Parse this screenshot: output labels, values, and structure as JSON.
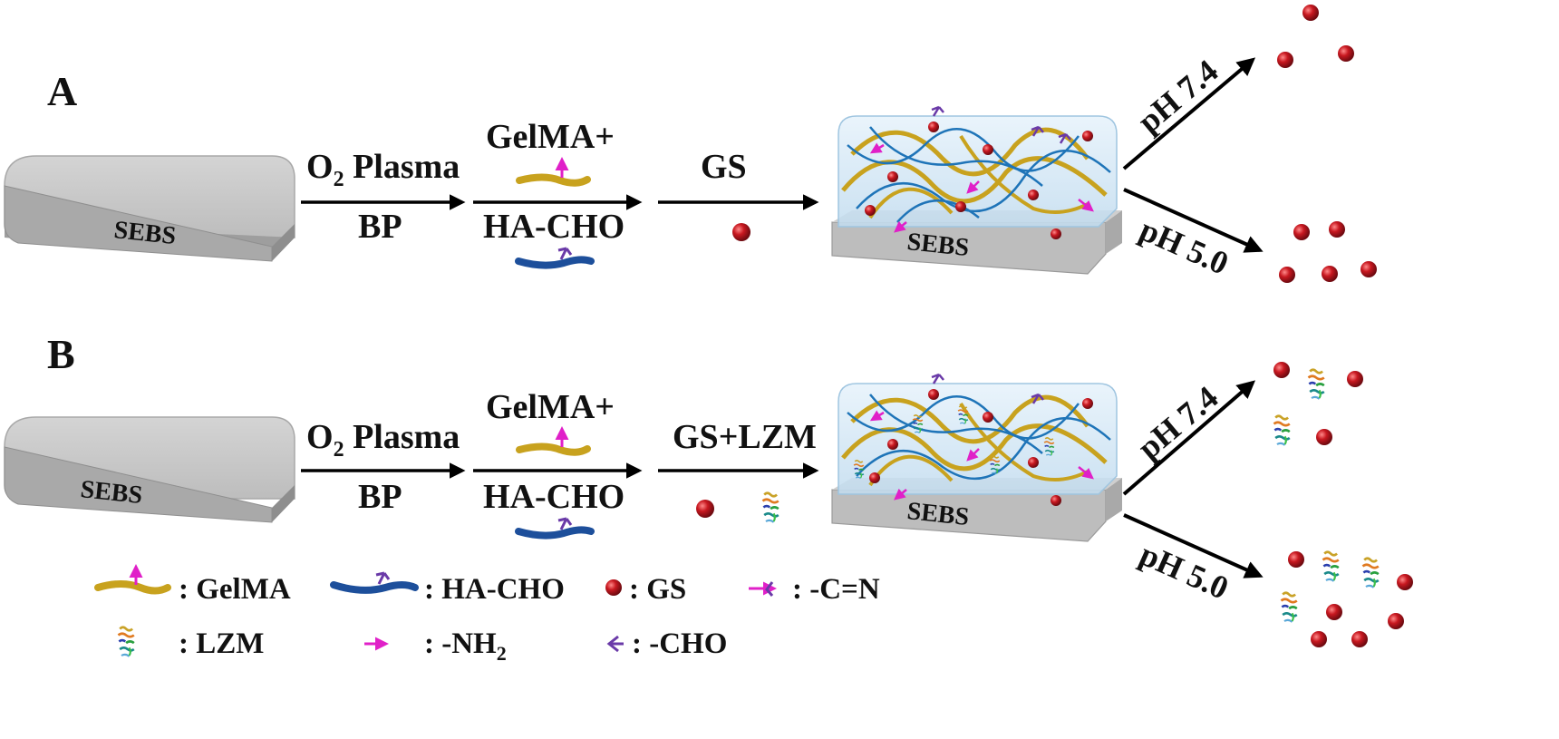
{
  "panels": [
    {
      "letter": "A",
      "substrate": "SEBS",
      "step1_top": "O",
      "step1_top_sub": "2",
      "step1_top_rest": " Plasma",
      "step1_bottom": "BP",
      "step2_top": "GelMA+",
      "step2_bottom": "HA-CHO",
      "step3_top": "GS",
      "product_substrate": "SEBS",
      "release_up": "pH 7.4",
      "release_down": "pH 5.0"
    },
    {
      "letter": "B",
      "substrate": "SEBS",
      "step1_top": "O",
      "step1_top_sub": "2",
      "step1_top_rest": " Plasma",
      "step1_bottom": "BP",
      "step2_top": "GelMA+",
      "step2_bottom": "HA-CHO",
      "step3_top": "GS+LZM",
      "product_substrate": "SEBS",
      "release_up": "pH 7.4",
      "release_down": "pH 5.0"
    }
  ],
  "legend": {
    "gelma": ": GelMA",
    "hacho": ": HA-CHO",
    "gs": ": GS",
    "cn": ": -C=N",
    "lzm": ": LZM",
    "nh2_prefix": ": -NH",
    "nh2_sub": "2",
    "cho": ": -CHO"
  },
  "colors": {
    "gelma": "#c8a21e",
    "hacho": "#1d4f9b",
    "gs": "#b3121c",
    "nh2": "#e020c8",
    "cho": "#6a3aa8",
    "slab": "#c9c9c9",
    "hydrogel": "#cfe4f3"
  }
}
